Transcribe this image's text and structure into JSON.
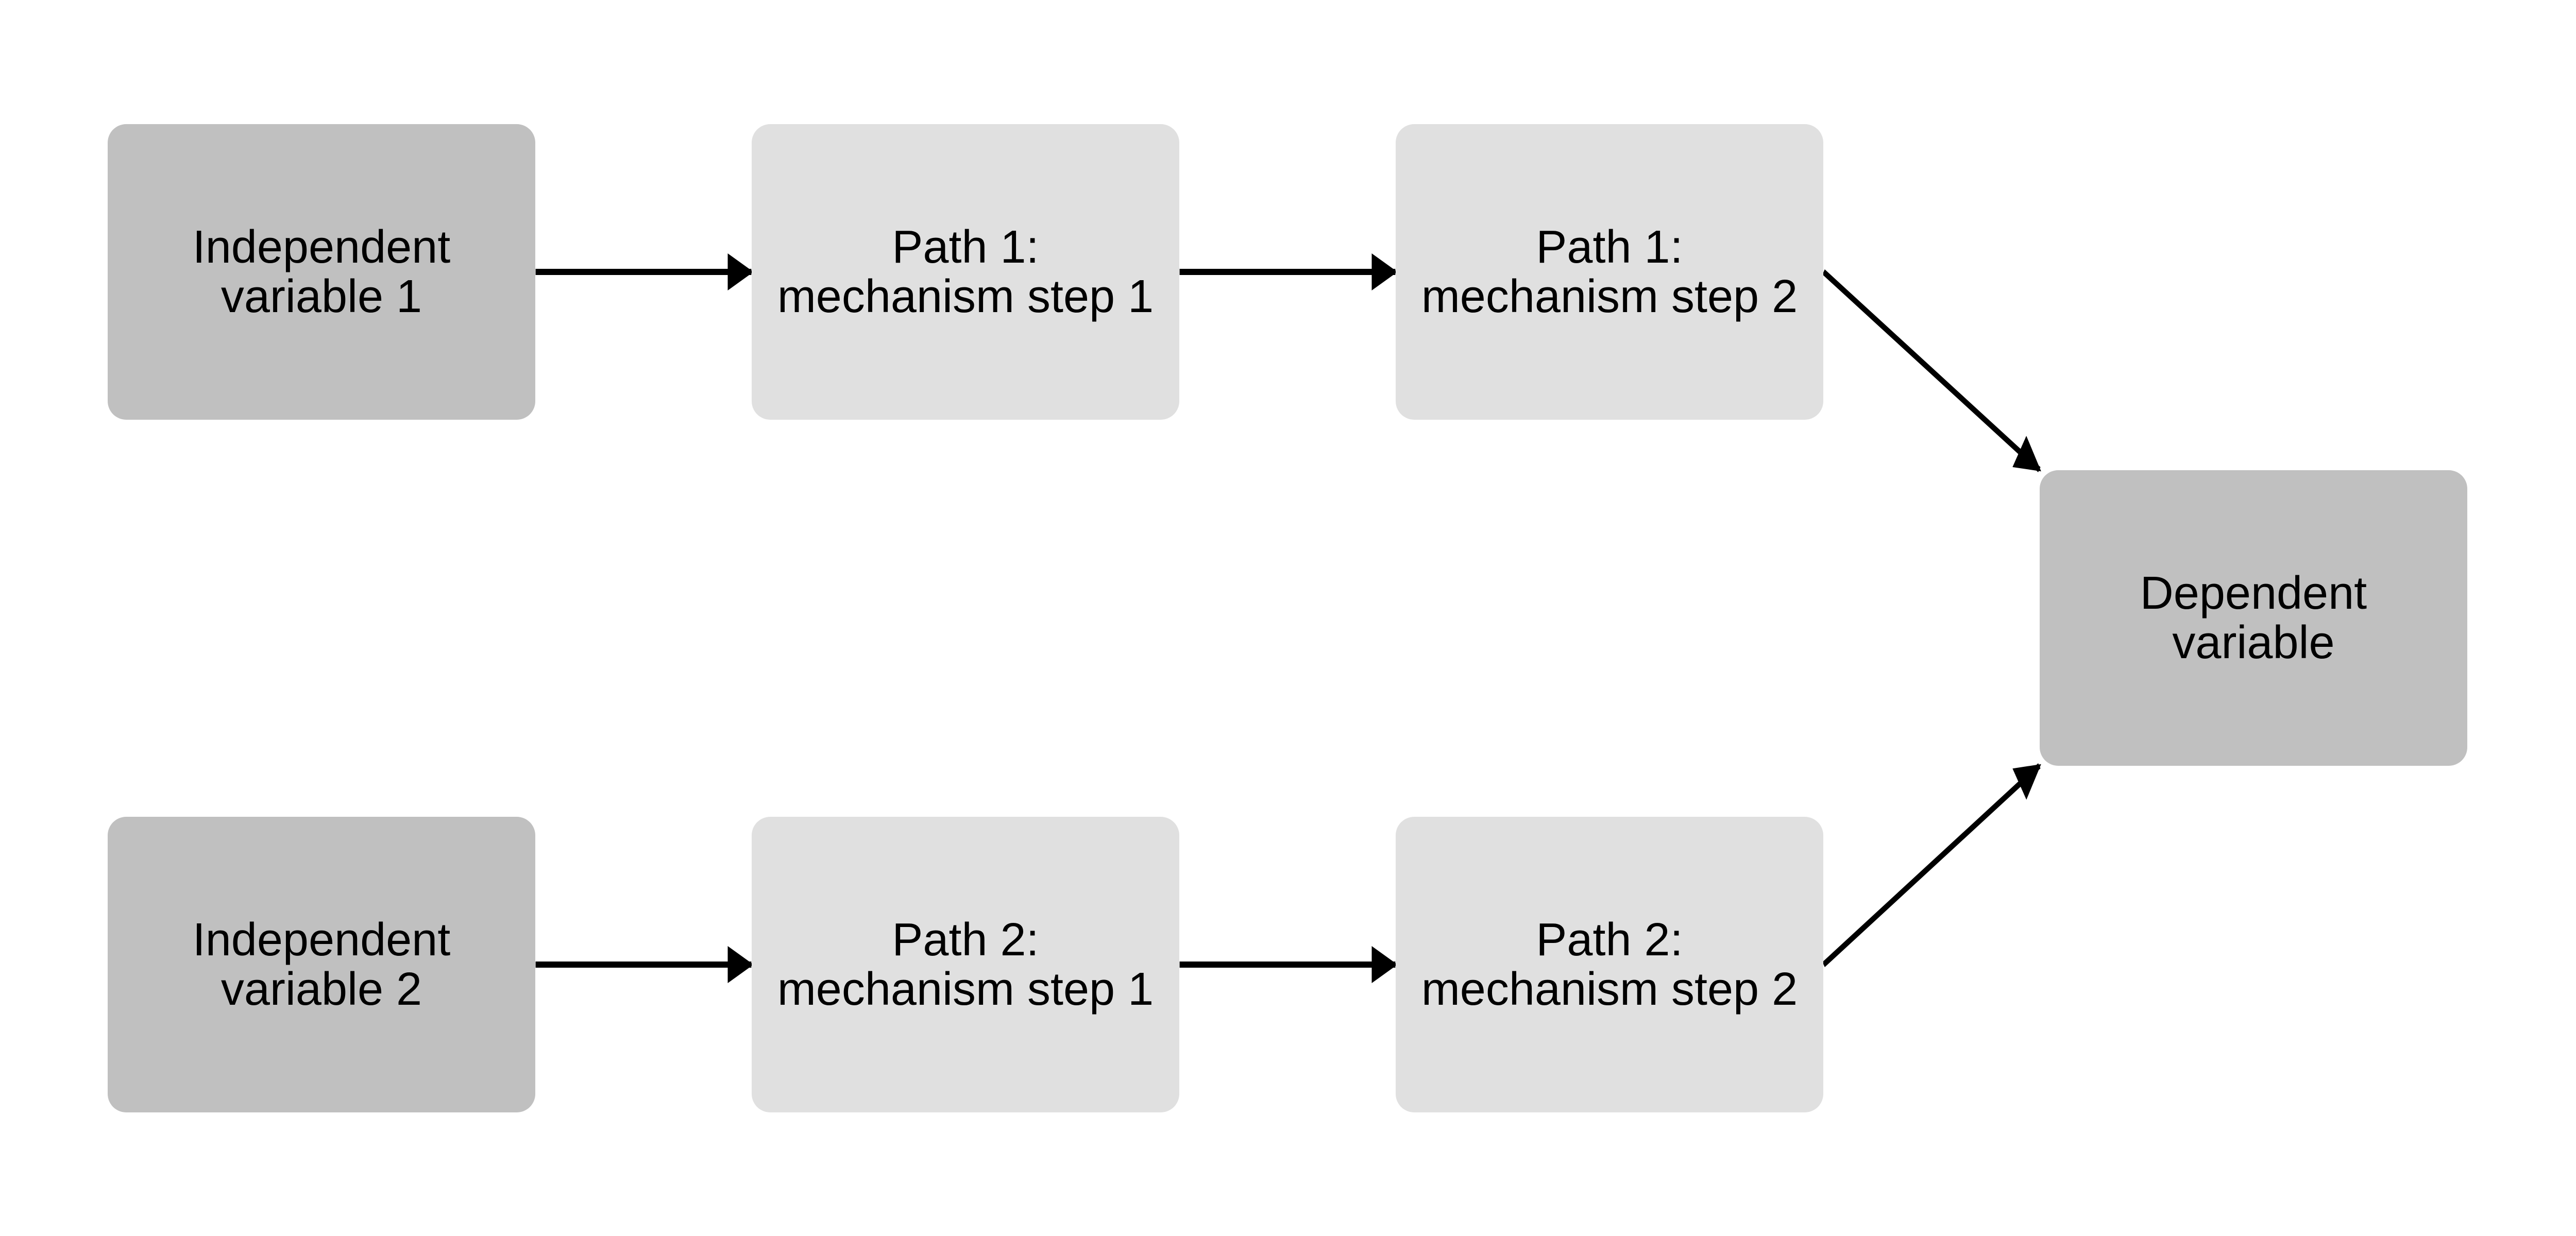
{
  "colors": {
    "variable_box": "#c0c0c0",
    "mechanism_box": "#e0e0e0",
    "arrow": "#000000"
  },
  "nodes": {
    "iv1": {
      "line1": "Independent",
      "line2": "variable 1"
    },
    "p1s1": {
      "line1": "Path 1:",
      "line2": "mechanism step 1"
    },
    "p1s2": {
      "line1": "Path 1:",
      "line2": "mechanism step 2"
    },
    "iv2": {
      "line1": "Independent",
      "line2": "variable 2"
    },
    "p2s1": {
      "line1": "Path 2:",
      "line2": "mechanism step 1"
    },
    "p2s2": {
      "line1": "Path 2:",
      "line2": "mechanism step 2"
    },
    "dv": {
      "line1": "Dependent",
      "line2": "variable"
    }
  },
  "edges": [
    {
      "from": "iv1",
      "to": "p1s1"
    },
    {
      "from": "p1s1",
      "to": "p1s2"
    },
    {
      "from": "p1s2",
      "to": "dv"
    },
    {
      "from": "iv2",
      "to": "p2s1"
    },
    {
      "from": "p2s1",
      "to": "p2s2"
    },
    {
      "from": "p2s2",
      "to": "dv"
    }
  ]
}
